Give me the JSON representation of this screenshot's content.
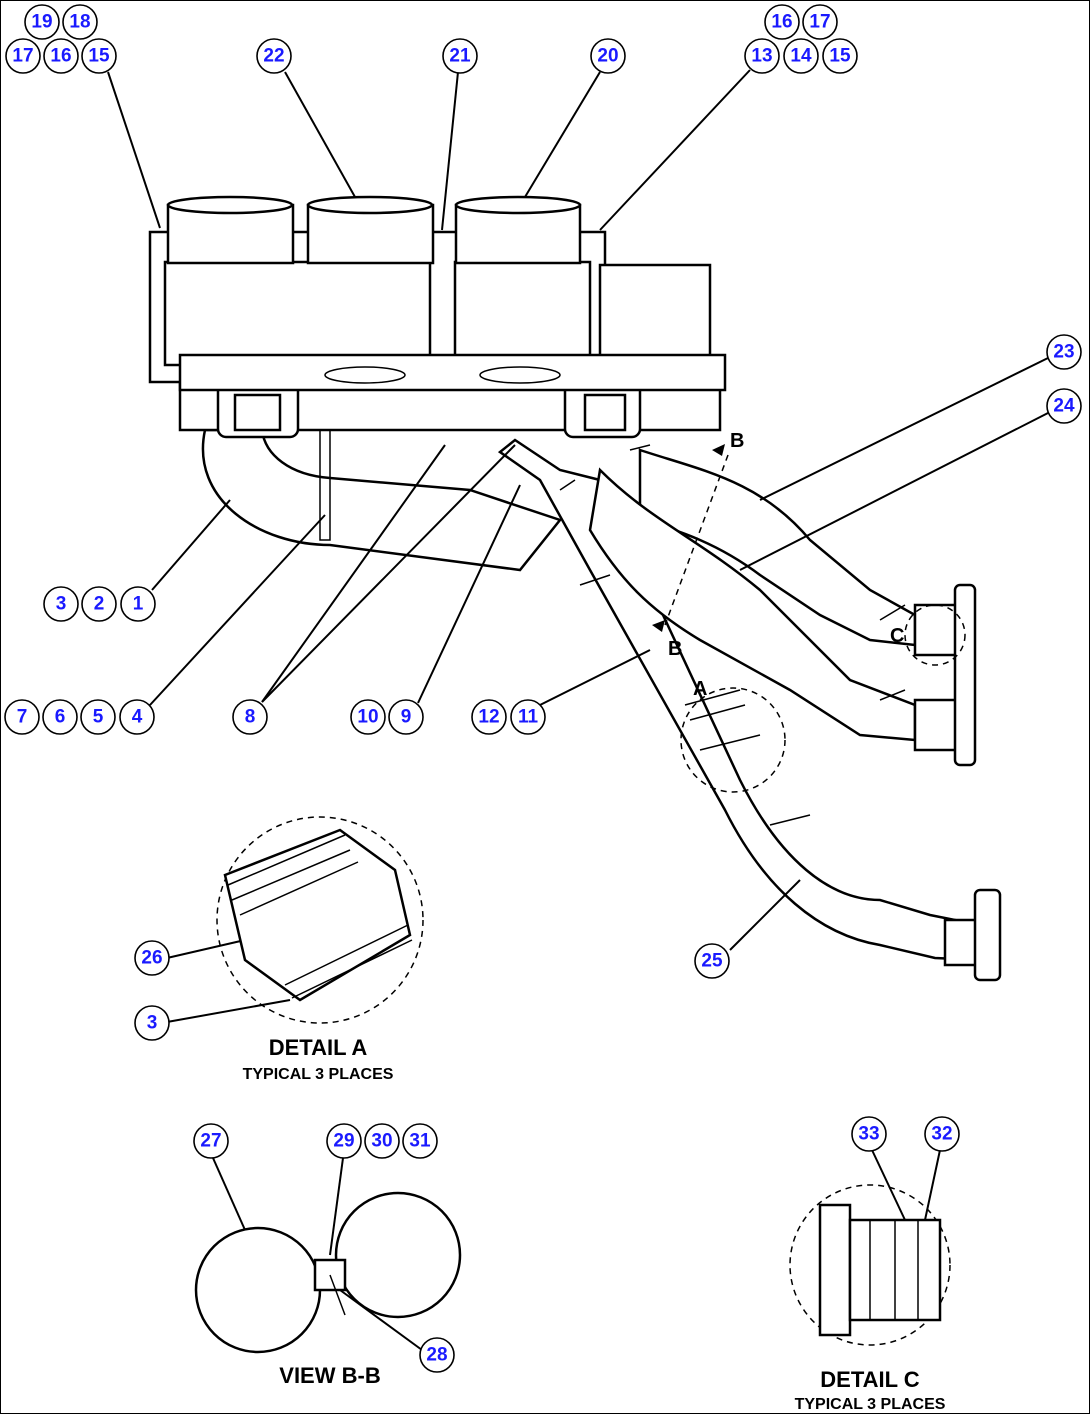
{
  "callouts": [
    {
      "label": "19"
    },
    {
      "label": "18"
    },
    {
      "label": "17"
    },
    {
      "label": "16"
    },
    {
      "label": "15"
    },
    {
      "label": "22"
    },
    {
      "label": "21"
    },
    {
      "label": "20"
    },
    {
      "label": "16"
    },
    {
      "label": "17"
    },
    {
      "label": "13"
    },
    {
      "label": "14"
    },
    {
      "label": "15"
    },
    {
      "label": "23"
    },
    {
      "label": "24"
    },
    {
      "label": "3"
    },
    {
      "label": "2"
    },
    {
      "label": "1"
    },
    {
      "label": "7"
    },
    {
      "label": "6"
    },
    {
      "label": "5"
    },
    {
      "label": "4"
    },
    {
      "label": "8"
    },
    {
      "label": "10"
    },
    {
      "label": "9"
    },
    {
      "label": "12"
    },
    {
      "label": "11"
    },
    {
      "label": "26"
    },
    {
      "label": "3"
    },
    {
      "label": "25"
    },
    {
      "label": "27"
    },
    {
      "label": "29"
    },
    {
      "label": "30"
    },
    {
      "label": "31"
    },
    {
      "label": "28"
    },
    {
      "label": "33"
    },
    {
      "label": "32"
    }
  ],
  "section_letters": {
    "b_top": "B",
    "b_bottom": "B",
    "detail_a": "A",
    "detail_c": "C"
  },
  "captions": {
    "detail_a_title": "DETAIL A",
    "detail_a_sub": "TYPICAL 3 PLACES",
    "view_bb": "VIEW B-B",
    "detail_c_title": "DETAIL C",
    "detail_c_sub": "TYPICAL 3 PLACES"
  },
  "colors": {
    "callout_text": "#1a1aff",
    "line": "#000000"
  }
}
